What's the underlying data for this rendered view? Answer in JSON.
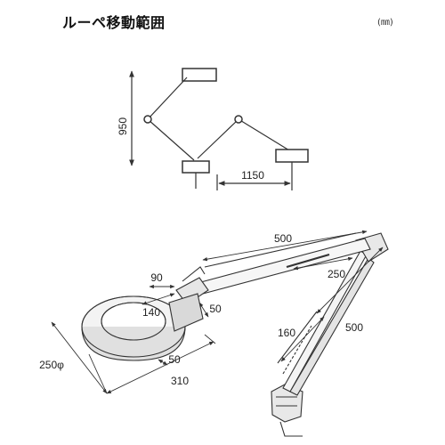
{
  "header": {
    "title": "ルーペ移動範囲",
    "unit": "(㎜)"
  },
  "movement_diagram": {
    "height_label": "950",
    "reach_label": "1150"
  },
  "lamp_diagram": {
    "arm_upper_label": "500",
    "arm_lower_label": "500",
    "arm_offset_label": "250",
    "arm_segment_label": "160",
    "clamp_width_label": "90",
    "neck_label": "140",
    "neck_height_label": "50",
    "head_height_label": "50",
    "head_diameter_label": "250φ",
    "head_depth_label": "310"
  },
  "colors": {
    "line": "#333333",
    "fill_light": "#f2f2f2",
    "fill_mid": "#d9d9d9"
  }
}
